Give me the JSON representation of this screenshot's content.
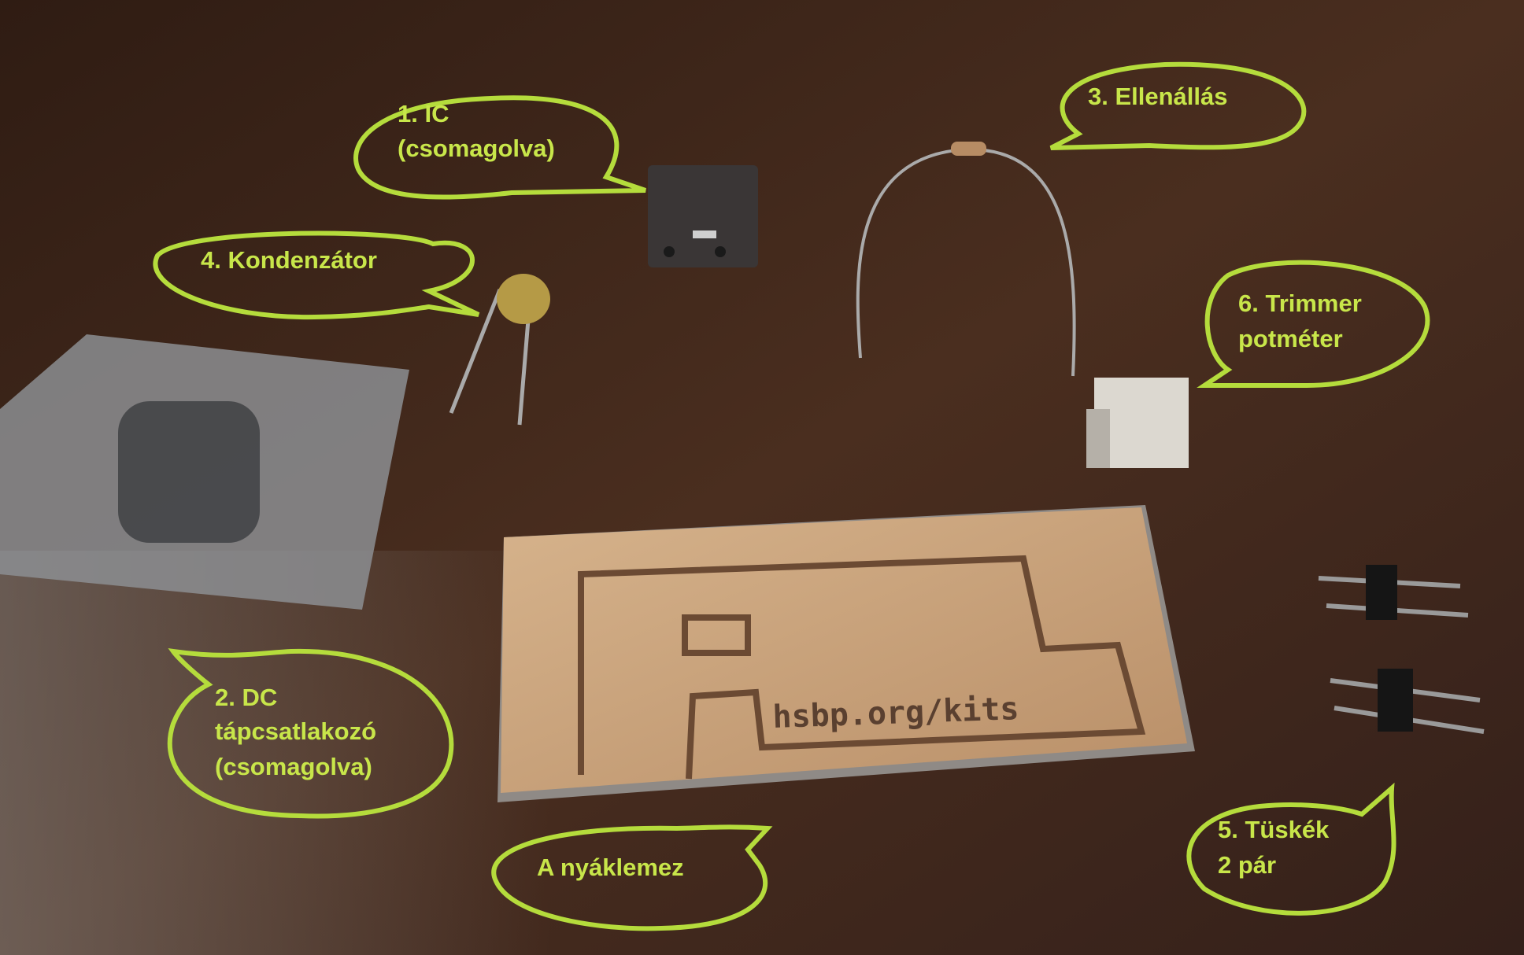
{
  "labels": {
    "ic": [
      "1. IC",
      "(csomagolva)"
    ],
    "resistor": [
      "3. Ellenállás"
    ],
    "capacitor": [
      "4. Kondenzátor"
    ],
    "trimmer": [
      "6. Trimmer",
      "potméter"
    ],
    "dc_jack": [
      "2. DC",
      "tápcsatlakozó",
      "(csomagolva)"
    ],
    "pcb": [
      "A nyáklemez"
    ],
    "pins": [
      "5. Tüskék",
      "2 pár"
    ]
  },
  "pcb_text": "hsbp.org/kits",
  "colors": {
    "annotation": "#b5dc3c",
    "background": "#3b2519",
    "copper": "#c9a57e"
  }
}
